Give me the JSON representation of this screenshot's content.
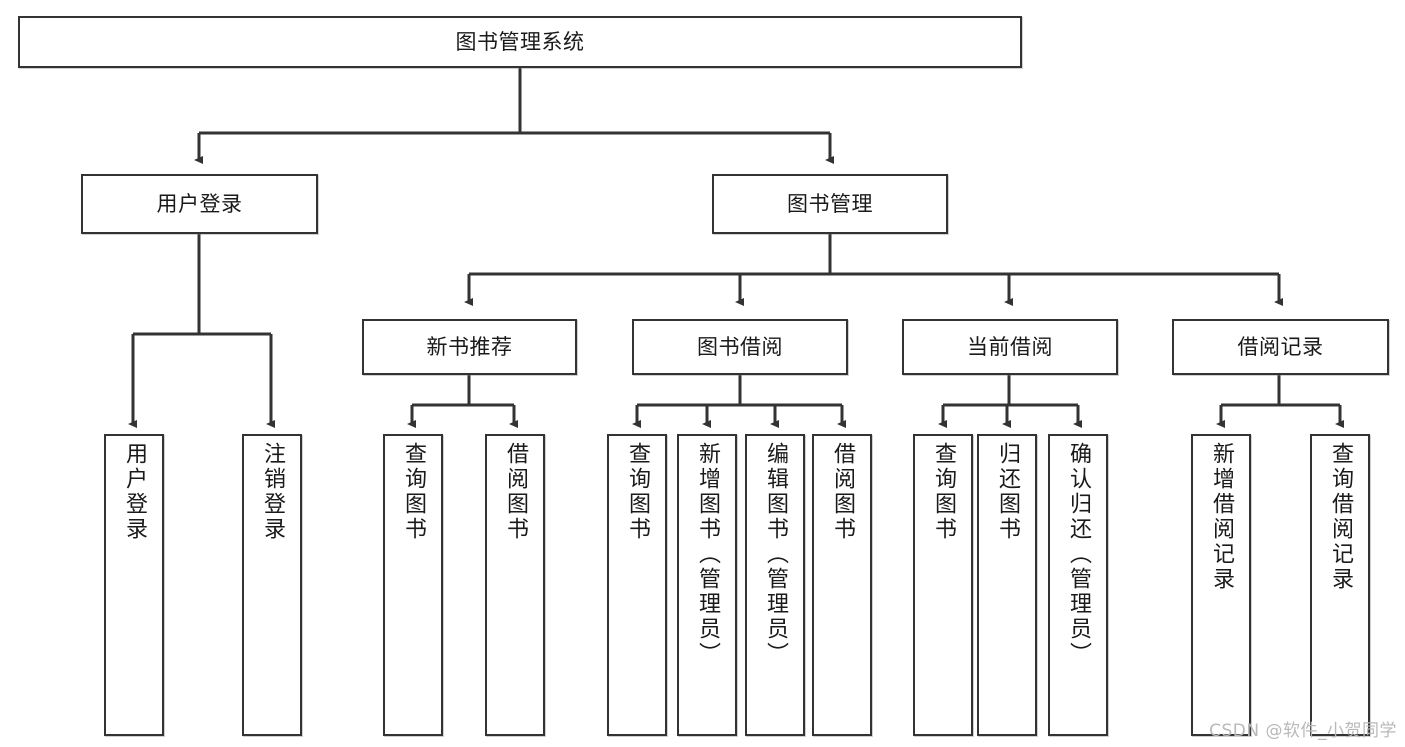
{
  "diagram": {
    "type": "tree",
    "title": "图书管理系统",
    "watermark": "CSDN @软件_小贺同学",
    "colors": {
      "box_border": "#333333",
      "box_fill": "#ffffff",
      "edge": "#333333",
      "text": "#1a1a1a",
      "watermark": "#b9b9b9"
    },
    "nodes": {
      "root": {
        "label": "图书管理系统"
      },
      "level2": [
        {
          "label": "用户登录"
        },
        {
          "label": "图书管理"
        }
      ],
      "level3": [
        {
          "label": "新书推荐"
        },
        {
          "label": "图书借阅"
        },
        {
          "label": "当前借阅"
        },
        {
          "label": "借阅记录"
        }
      ],
      "leaves_user_login": [
        {
          "label": "用户登录"
        },
        {
          "label": "注销登录"
        }
      ],
      "leaves_new_book": [
        {
          "label": "查询图书"
        },
        {
          "label": "借阅图书"
        }
      ],
      "leaves_borrow": [
        {
          "label": "查询图书"
        },
        {
          "label": "新增图书（管理员）"
        },
        {
          "label": "编辑图书（管理员）"
        },
        {
          "label": "借阅图书"
        }
      ],
      "leaves_current": [
        {
          "label": "查询图书"
        },
        {
          "label": "归还图书"
        },
        {
          "label": "确认归还（管理员）"
        }
      ],
      "leaves_record": [
        {
          "label": "新增借阅记录"
        },
        {
          "label": "查询借阅记录"
        }
      ]
    }
  }
}
